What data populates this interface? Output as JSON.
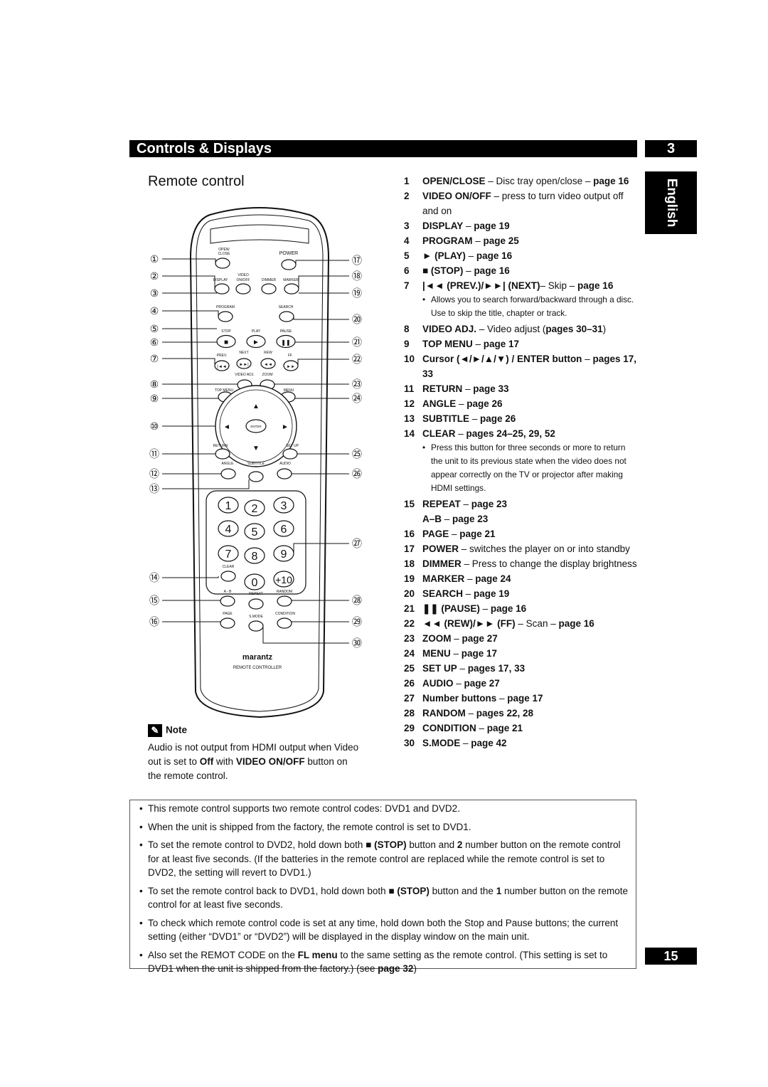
{
  "header": {
    "title": "Controls & Displays",
    "chapter": "3"
  },
  "language_tab": "English",
  "section_title": "Remote control",
  "items": [
    {
      "num": "1",
      "html": "<b>OPEN/CLOSE</b> – Disc tray open/close – <b>page 16</b>"
    },
    {
      "num": "2",
      "html": "<b>VIDEO ON/OFF</b> – press to turn video output off and on"
    },
    {
      "num": "3",
      "html": "<b>DISPLAY</b> – <b>page 19</b>"
    },
    {
      "num": "4",
      "html": "<b>PROGRAM</b> – <b>page 25</b>"
    },
    {
      "num": "5",
      "html": "<b>► (PLAY)</b> – <b>page 16</b>"
    },
    {
      "num": "6",
      "html": "<b>■ (STOP)</b> – <b>page 16</b>"
    },
    {
      "num": "7",
      "html": "<b>|◄◄ (PREV.)/►►| (NEXT)</b>– Skip – <b>page 16</b>"
    },
    {
      "bullet": "Allows you to search forward/backward through a disc. Use to skip the title, chapter or track."
    },
    {
      "num": "8",
      "html": "<b>VIDEO ADJ.</b> – Video adjust (<b>pages 30–31</b>)"
    },
    {
      "num": "9",
      "html": "<b>TOP MENU</b> – <b>page 17</b>"
    },
    {
      "num": "10",
      "html": "<b>Cursor (◄/►/▲/▼) / ENTER button</b> – <b>pages 17, 33</b>"
    },
    {
      "num": "11",
      "html": "<b>RETURN</b> – <b>page 33</b>"
    },
    {
      "num": "12",
      "html": "<b>ANGLE</b> – <b>page 26</b>"
    },
    {
      "num": "13",
      "html": "<b>SUBTITLE</b> – <b>page 26</b>"
    },
    {
      "num": "14",
      "html": "<b>CLEAR</b> – <b>pages 24–25, 29, 52</b>"
    },
    {
      "bullet": "Press this button for three seconds or more to return the unit to its previous state when the video does not appear correctly on the TV or projector after making HDMI settings."
    },
    {
      "num": "15",
      "html": "<b>REPEAT</b> – <b>page 23</b><br><b>A–B</b> – <b>page 23</b>"
    },
    {
      "num": "16",
      "html": "<b>PAGE</b> – <b>page 21</b>"
    },
    {
      "num": "17",
      "html": "<b>POWER</b> – switches the player on or into standby"
    },
    {
      "num": "18",
      "html": "<b>DIMMER</b> – Press to change the display brightness"
    },
    {
      "num": "19",
      "html": "<b>MARKER</b> – <b>page 24</b>"
    },
    {
      "num": "20",
      "html": "<b>SEARCH</b> – <b>page 19</b>"
    },
    {
      "num": "21",
      "html": "<b>❚❚ (PAUSE)</b> – <b>page 16</b>"
    },
    {
      "num": "22",
      "html": "<b>◄◄ (REW)/►► (FF)</b> – Scan – <b>page 16</b>"
    },
    {
      "num": "23",
      "html": "<b>ZOOM</b> – <b>page 27</b>"
    },
    {
      "num": "24",
      "html": "<b>MENU</b> – <b>page 17</b>"
    },
    {
      "num": "25",
      "html": "<b>SET UP</b> – <b>pages 17, 33</b>"
    },
    {
      "num": "26",
      "html": "<b>AUDIO</b> – <b>page 27</b>"
    },
    {
      "num": "27",
      "html": "<b>Number buttons</b> – <b>page 17</b>"
    },
    {
      "num": "28",
      "html": "<b>RANDOM</b> – <b>pages 22, 28</b>"
    },
    {
      "num": "29",
      "html": "<b>CONDITION</b> – <b>page 21</b>"
    },
    {
      "num": "30",
      "html": "<b>S.MODE</b> – <b>page 42</b>"
    }
  ],
  "note": {
    "label": "Note",
    "html": "Audio is not output from HDMI output when Video out is set to <b>Off</b> with <b>VIDEO ON/OFF</b> button on the remote control."
  },
  "box_bullets": [
    "This remote control supports two remote control codes: DVD1 and DVD2.",
    "When the unit is shipped from the factory, the remote control is set to DVD1.",
    "To set the remote control to DVD2, hold down both ■ <b>(STOP)</b> button and <b>2</b> number button on the remote control for at least five seconds. (If the batteries in the remote control are replaced while the remote control is set to DVD2, the setting will revert to DVD1.)",
    "To set the remote control back to DVD1, hold down both ■ <b>(STOP)</b> button and the <b>1</b> number button on the remote control for at least five seconds.",
    "To check which remote control code is set at any time, hold down both the Stop and Pause buttons; the current setting (either “DVD1” or “DVD2”) will be displayed in the display window on the main unit.",
    "Also set the REMOT CODE on the <b>FL menu</b> to the same setting as the remote control. (This setting is set to DVD1 when the unit is shipped from the factory.) (see <b>page 32</b>)"
  ],
  "remote": {
    "brand": "marantz",
    "caption": "REMOTE CONTROLLER",
    "labels": {
      "open_close": "OPEN/ CLOSE",
      "power": "POWER",
      "video": "VIDEO",
      "display": "DISPLAY",
      "on_off": "ON/OFF",
      "dimmer": "DIMMER",
      "marker": "MARKER",
      "program": "PROGRAM",
      "search": "SEARCH",
      "stop": "STOP",
      "play": "PLAY",
      "pause": "PAUSE",
      "prev": "PREV.",
      "next": "NEXT",
      "rew": "REW",
      "ff": "FF",
      "video_adj": "VIDEO ADJ.",
      "zoom": "ZOOM",
      "top_menu": "TOP MENU",
      "menu": "MENU",
      "enter": "ENTER",
      "return": "RETURN",
      "set_up": "SET UP",
      "angle": "ANGLE",
      "subtitle": "SUBTITLE",
      "audio": "AUDIO",
      "clear": "CLEAR",
      "ab": "A - B",
      "repeat": "REPEAT",
      "random": "RANDOM",
      "page": "PAGE",
      "smode": "S.MODE",
      "condition": "CONDITION"
    },
    "digits": [
      "1",
      "2",
      "3",
      "4",
      "5",
      "6",
      "7",
      "8",
      "9",
      "0",
      "+10"
    ],
    "callouts_left": [
      "①",
      "②",
      "③",
      "④",
      "⑤",
      "⑥",
      "⑦",
      "⑧",
      "⑨",
      "⑩",
      "⑪",
      "⑫",
      "⑬",
      "⑭",
      "⑮",
      "⑯"
    ],
    "callouts_right": [
      "⑰",
      "⑱",
      "⑲",
      "⑳",
      "㉑",
      "㉒",
      "㉓",
      "㉔",
      "㉕",
      "㉖",
      "㉗",
      "㉘",
      "㉙",
      "㉚"
    ]
  },
  "page_number": "15"
}
